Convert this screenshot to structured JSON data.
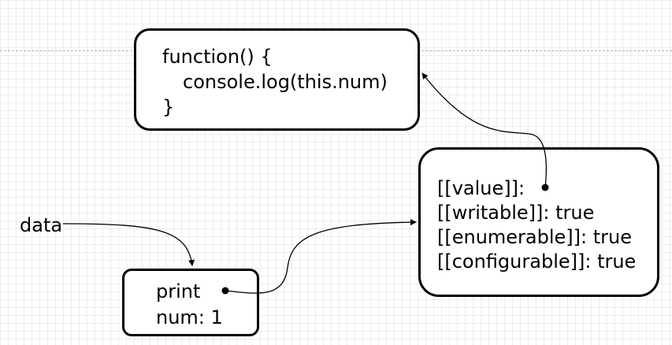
{
  "function_box": {
    "lines": [
      "function() {",
      "console.log(this.num)",
      "}"
    ]
  },
  "object_box": {
    "lines": [
      "print",
      "num: 1"
    ]
  },
  "descriptor_box": {
    "lines": [
      "[[value]]:",
      "[[writable]]: true",
      "[[enumerable]]: true",
      "[[configurable]]: true"
    ]
  },
  "variable_label": "data",
  "colors": {
    "stroke": "#000000",
    "grid": "#ececec",
    "guide": "#b9b9b9"
  }
}
